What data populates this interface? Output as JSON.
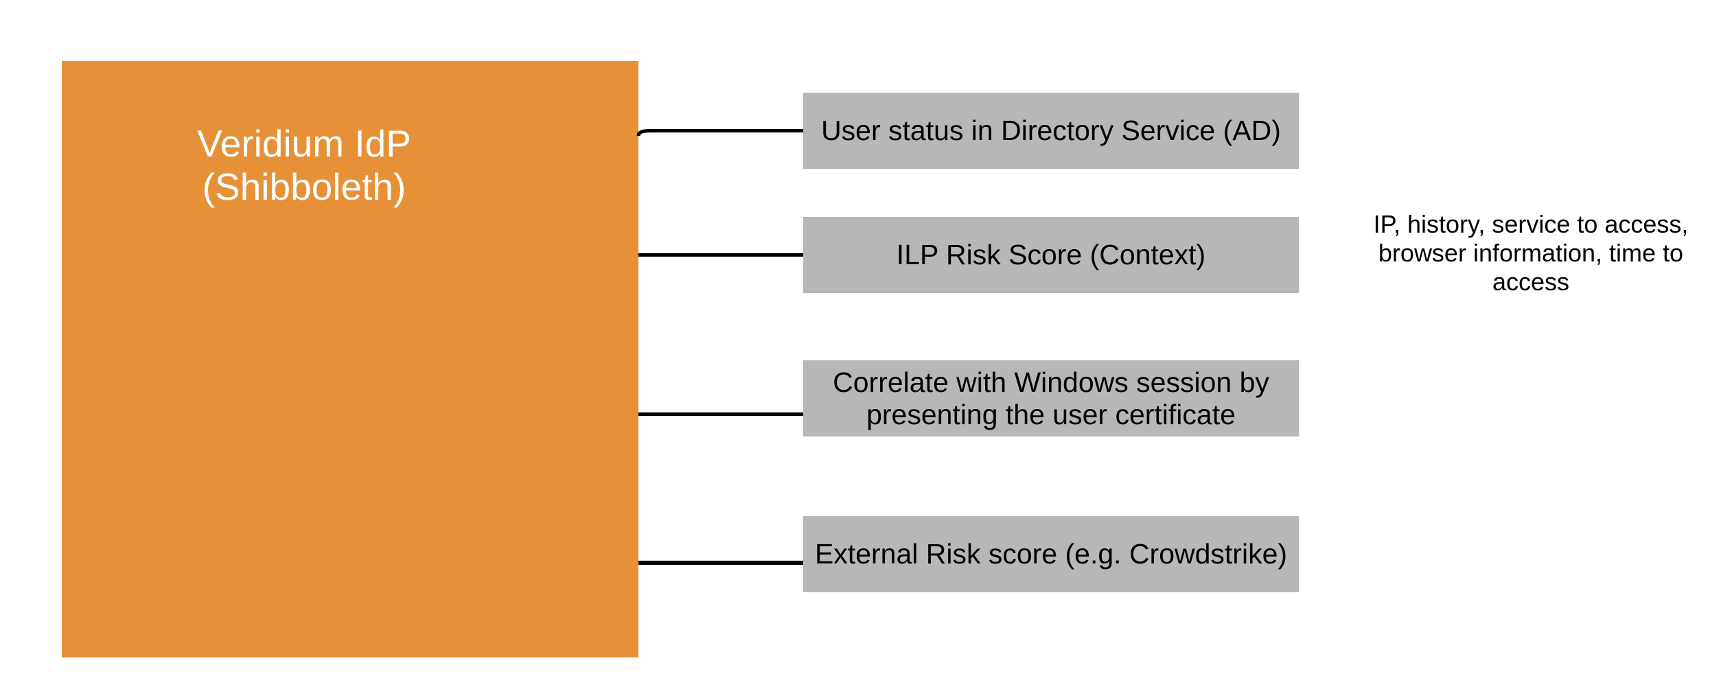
{
  "idp_box": {
    "label_line1": "Veridium IdP",
    "label_line2": "(Shibboleth)",
    "fill_color": "#E69138",
    "text_color": "#ffffff"
  },
  "factor_boxes": [
    {
      "label": "User status in Directory Service (AD)"
    },
    {
      "label": "ILP Risk Score (Context)"
    },
    {
      "label": "Correlate with Windows session by presenting the user certificate"
    },
    {
      "label": "External Risk score (e.g. Crowdstrike)"
    }
  ],
  "factor_box_style": {
    "fill_color": "#B7B7B7",
    "text_color": "#000000"
  },
  "connectors": {
    "color": "#000000",
    "count": 4
  },
  "annotation": {
    "text": "IP, history, service to access, browser information, time to access"
  }
}
